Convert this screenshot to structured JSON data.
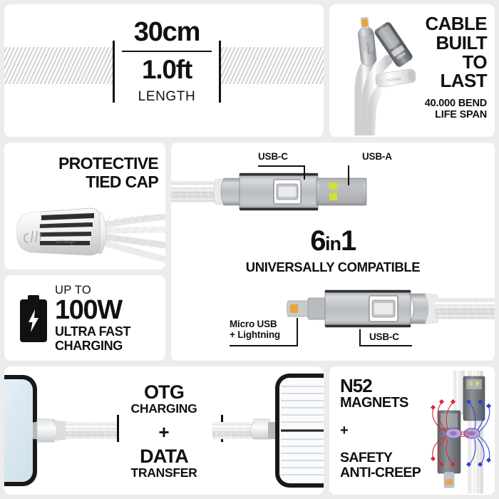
{
  "background_color": "#ececec",
  "panel_color": "#ffffff",
  "text_color": "#111111",
  "accent_colors": {
    "usb_a_contact": "#d2e32a",
    "lightning_contact": "#e8a43a",
    "magnet_north": "#d22b3a",
    "magnet_south": "#2b45d2",
    "phone_screen": "#dce9f2",
    "metal_light": "#c8c8c8",
    "metal_dark": "#6e7176"
  },
  "panels": {
    "length": {
      "name": "length-panel",
      "metric": "30cm",
      "imperial": "1.0ft",
      "label": "LENGTH",
      "cable_texture": "braided-cable"
    },
    "built_to_last": {
      "name": "cable-built-to-last-panel",
      "title_lines": [
        "CABLE",
        "BUILT",
        "TO",
        "LAST"
      ],
      "subtitle_lines": [
        "40.000 BEND",
        "LIFE SPAN"
      ],
      "artwork": "three-bending-cable-heads",
      "brand_mark": "nCharge"
    },
    "protective_cap": {
      "name": "protective-tied-cap-panel",
      "title_lines": [
        "PROTECTIVE",
        "TIED CAP"
      ],
      "artwork": "tied-cap-connector"
    },
    "charging": {
      "name": "ultra-fast-charging-panel",
      "up_to": "UP TO",
      "wattage": "100W",
      "description_lines": [
        "ULTRA FAST",
        "CHARGING"
      ],
      "icon": "battery-bolt-icon"
    },
    "six_in_one": {
      "name": "six-in-one-panel",
      "headline_number": "6",
      "headline_middle": "in",
      "headline_tail": "1",
      "subtitle": "UNIVERSALLY COMPATIBLE",
      "labels": {
        "top_left": "USB-C",
        "top_right": "USB-A",
        "bottom_left_line1": "Micro USB",
        "bottom_left_line2": "+ Lightning",
        "bottom_right": "USB-C"
      }
    },
    "otg": {
      "name": "otg-data-transfer-panel",
      "title": "OTG",
      "subtitle": "CHARGING",
      "plus": "+",
      "title2": "DATA",
      "subtitle2": "TRANSFER",
      "left_device": "smartphone",
      "right_device": "tablet"
    },
    "magnets": {
      "name": "n52-magnets-panel",
      "grade": "N52",
      "grade_label": "MAGNETS",
      "plus": "+",
      "feature_lines": [
        "SAFETY",
        "ANTI-CREEP"
      ],
      "artwork": "magnetic-field-lines"
    }
  }
}
